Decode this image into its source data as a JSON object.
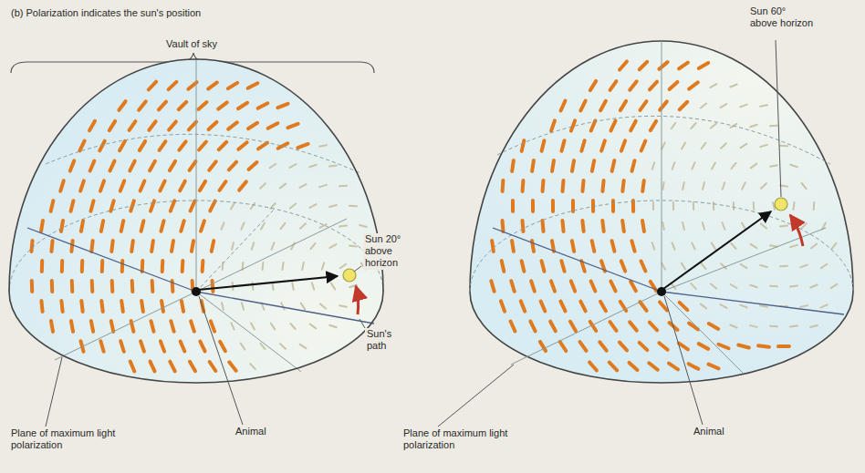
{
  "diagram": {
    "title": "(b) Polarization indicates the sun's position",
    "labels": [
      "Vault of sky",
      "Sun 20° above horizon",
      "Sun's path",
      "Plane of maximum light polarization",
      "Animal",
      "Sun 60° above horizon",
      "Plane of maximum light polarization",
      "Animal"
    ]
  }
}
